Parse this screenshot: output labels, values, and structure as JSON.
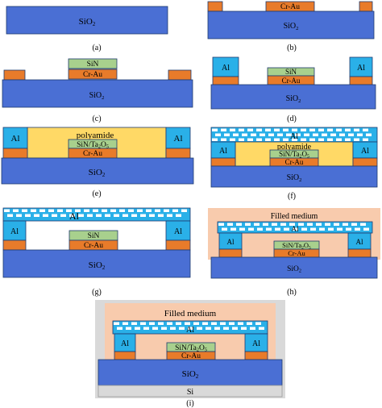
{
  "colors": {
    "sio2": "#4a6fd4",
    "cr_au": "#e87b2a",
    "sin": "#a8d08d",
    "al": "#2ab0e8",
    "polyamide": "#ffd966",
    "filled_medium": "#f8cbad",
    "si": "#d9d9d9",
    "hole": "#ffffff",
    "outline": "#1f3a6e"
  },
  "panels": [
    {
      "id": "a",
      "caption": "(a)",
      "labels": {
        "sio2": "SiO2"
      }
    },
    {
      "id": "b",
      "caption": "(b)",
      "labels": {
        "sio2": "SiO2",
        "cr_au": "Cr-Au"
      }
    },
    {
      "id": "c",
      "caption": "(c)",
      "labels": {
        "sio2": "SiO2",
        "cr_au": "Cr-Au",
        "sin": "SiN"
      }
    },
    {
      "id": "d",
      "caption": "(d)",
      "labels": {
        "sio2": "SiO2",
        "cr_au": "Cr-Au",
        "sin": "SiN",
        "al_left": "Al",
        "al_right": "Al"
      }
    },
    {
      "id": "e",
      "caption": "(e)",
      "labels": {
        "sio2": "SiO2",
        "cr_au": "Cr-Au",
        "sin": "SiN/Ta2O5",
        "al_left": "Al",
        "al_right": "Al",
        "polyamide": "polyamide"
      }
    },
    {
      "id": "f",
      "caption": "(f)",
      "labels": {
        "sio2": "SiO2",
        "cr_au": "Cr-Au",
        "sin": "SiN/Ta2O5",
        "al_left": "Al",
        "al_right": "Al",
        "al_top": "Al",
        "polyamide": "polyamide"
      }
    },
    {
      "id": "g",
      "caption": "(g)",
      "labels": {
        "sio2": "SiO2",
        "cr_au": "Cr-Au",
        "sin": "SiN",
        "al_left": "Al",
        "al_right": "Al",
        "al_top": "Al"
      }
    },
    {
      "id": "h",
      "caption": "(h)",
      "labels": {
        "sio2": "SiO2",
        "cr_au": "Cr-Au",
        "sin": "SiN/Ta2O5",
        "al_left": "Al",
        "al_right": "Al",
        "al_top": "Al",
        "filled": "Filled medium"
      }
    },
    {
      "id": "i",
      "caption": "(i)",
      "labels": {
        "sio2": "SiO2",
        "cr_au": "Cr-Au",
        "sin": "SiN/Ta2O5",
        "al_left": "Al",
        "al_right": "Al",
        "al_top": "Al",
        "filled": "Filled medium",
        "si": "Si"
      }
    }
  ]
}
